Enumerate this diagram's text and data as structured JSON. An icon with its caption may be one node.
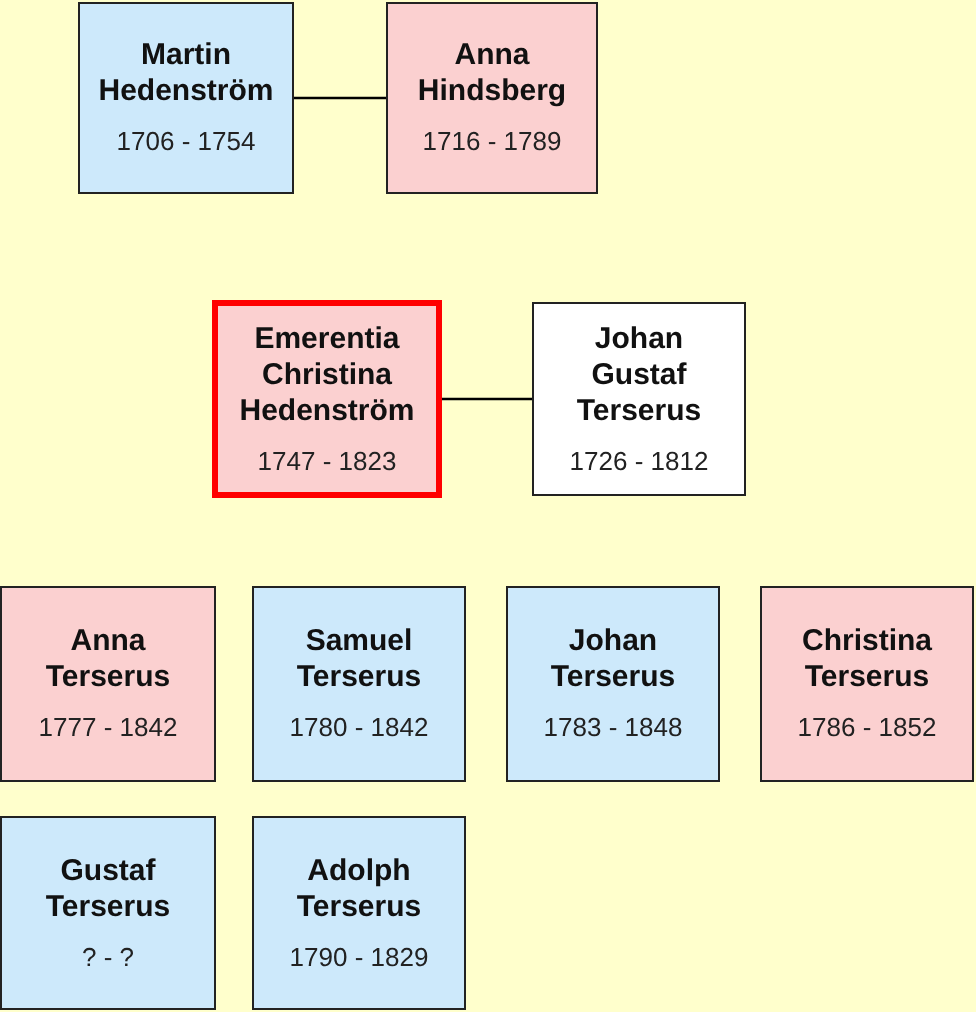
{
  "diagram": {
    "nodes": [
      {
        "text": [
          "Martin Hedenström",
          "1706 - 1754"
        ]
      },
      {
        "text": [
          "Anna Hindsberg",
          "1716 - 1789"
        ]
      },
      {
        "text": [
          "Emerentia Christina Hedenström",
          "1747 - 1823"
        ]
      },
      {
        "text": [
          "Johan Gustaf Terserus",
          "1726 - 1812"
        ]
      },
      {
        "text": [
          "Anna Terserus",
          "1777 - 1842"
        ]
      },
      {
        "text": [
          "Samuel Terserus",
          "1780 - 1842"
        ]
      },
      {
        "text": [
          "Johan Terserus",
          "1783 - 1848"
        ]
      },
      {
        "text": [
          "Christina Terserus",
          "1786 - 1852"
        ]
      },
      {
        "text": [
          "Gustaf Terserus",
          "? - ?"
        ]
      },
      {
        "text": [
          "Adolph Terserus",
          "1790 - 1829"
        ]
      }
    ],
    "edges": [
      {
        "from": 0,
        "to": 1,
        "arrow": "none"
      },
      {
        "from": 2,
        "to": 3,
        "arrow": "none"
      }
    ]
  }
}
